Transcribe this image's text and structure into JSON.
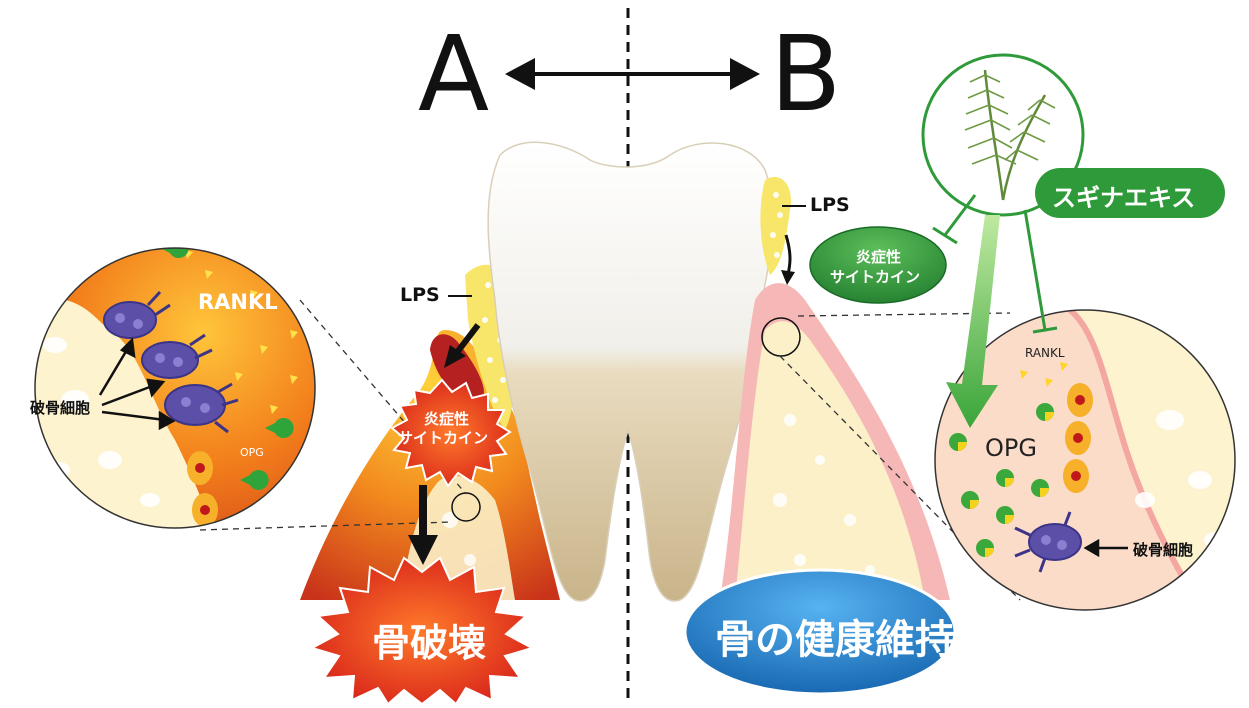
{
  "panels": {
    "left_letter": "A",
    "right_letter": "B"
  },
  "side_a": {
    "lps_label": "LPS",
    "cytokine_line1": "炎症性",
    "cytokine_line2": "サイトカイン",
    "result_label": "骨破壊",
    "zoom": {
      "rankl_label": "RANKL",
      "opg_label": "OPG",
      "osteoclast_label": "破骨細胞"
    }
  },
  "side_b": {
    "lps_label": "LPS",
    "cytokine_line1": "炎症性",
    "cytokine_line2": "サイトカイン",
    "extract_label": "スギナエキス",
    "result_label": "骨の健康維持",
    "zoom": {
      "rankl_label": "RANKL",
      "opg_label": "OPG",
      "osteoclast_label": "破骨細胞"
    }
  },
  "colors": {
    "inflammation_orange": "#f07a1c",
    "bone_cream": "#fdf5d6",
    "osteoclast_purple": "#5b4fa8",
    "extract_green": "#2f9a3a",
    "health_blue": "#1e78c8",
    "destruction_red": "#d9261c"
  }
}
